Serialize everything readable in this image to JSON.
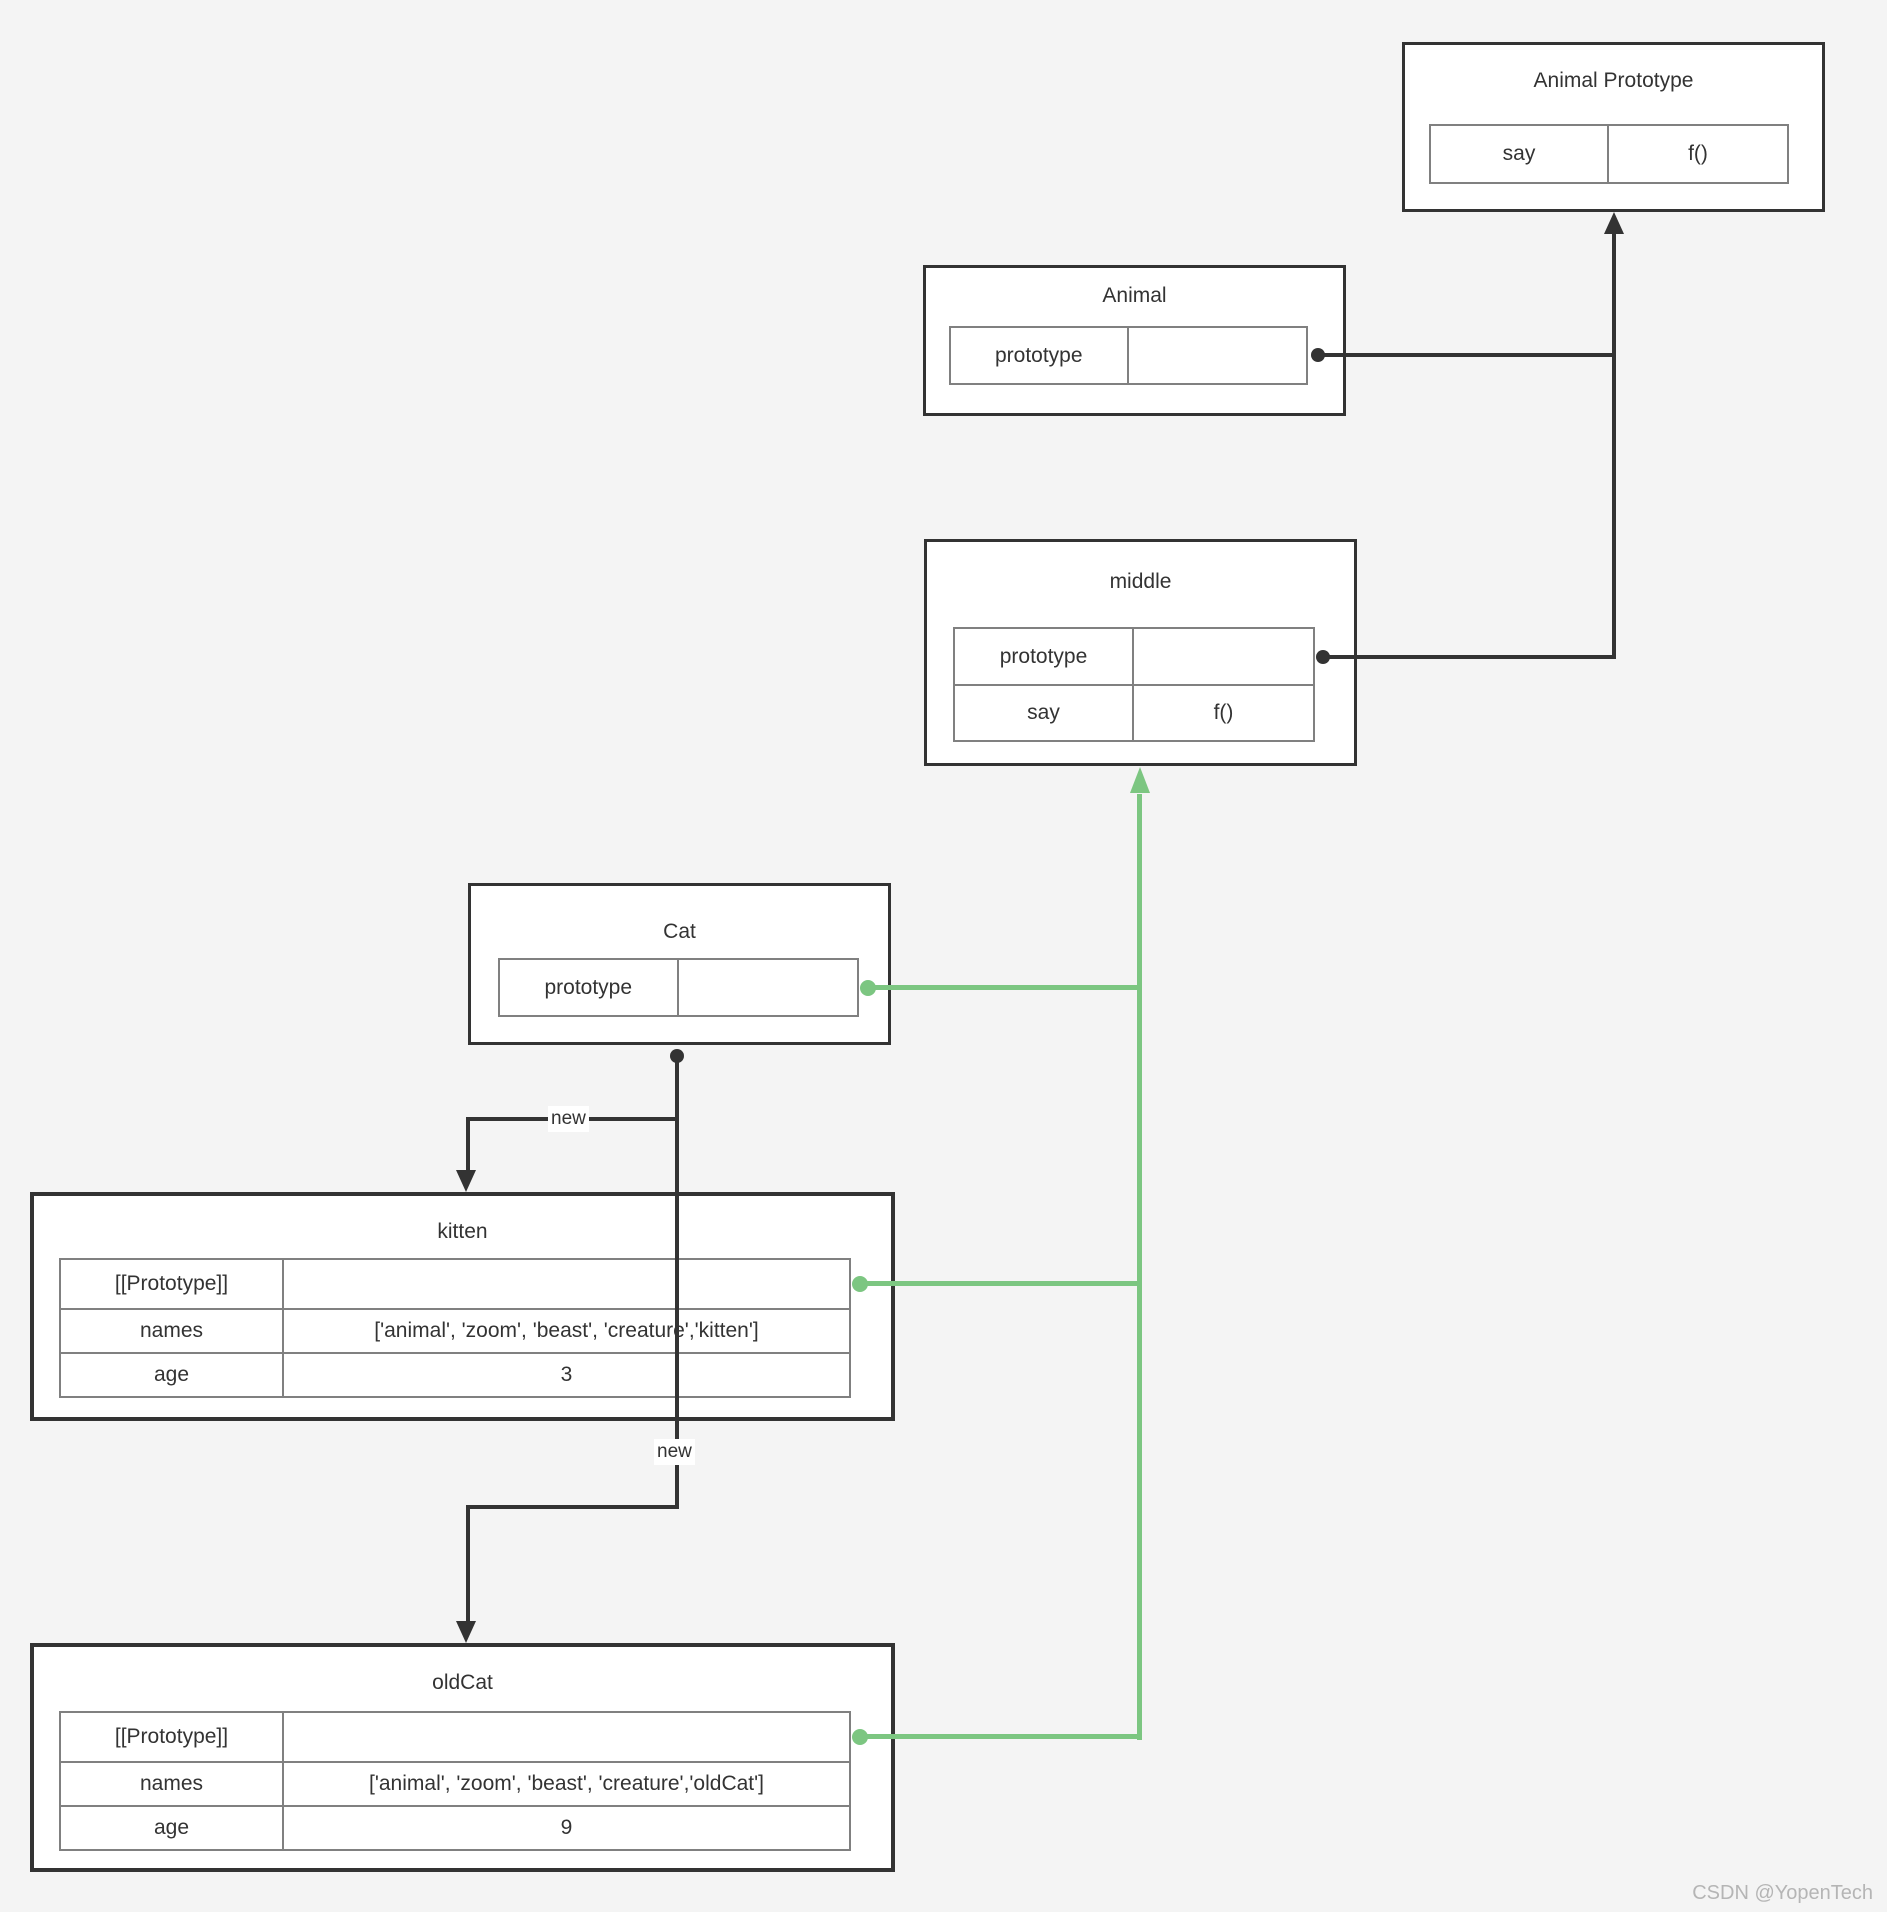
{
  "diagram_title": "JavaScript prototype chain diagram",
  "colors": {
    "background": "#f4f4f4",
    "box_fill": "#ffffff",
    "box_border": "#333333",
    "inner_table_border": "#808080",
    "black_connector": "#333333",
    "green_connector": "#7cc681",
    "text": "#333333",
    "watermark_text": "#b5b5b5",
    "edge_label_background": "#ffffff"
  },
  "boxes": {
    "animal_prototype": {
      "title": "Animal Prototype",
      "rows": [
        {
          "label": "say",
          "value": "f()"
        }
      ]
    },
    "animal": {
      "title": "Animal",
      "rows": [
        {
          "label": "prototype",
          "value": ""
        }
      ]
    },
    "middle": {
      "title": "middle",
      "rows": [
        {
          "label": "prototype",
          "value": ""
        },
        {
          "label": "say",
          "value": "f()"
        }
      ]
    },
    "cat": {
      "title": "Cat",
      "rows": [
        {
          "label": "prototype",
          "value": ""
        }
      ]
    },
    "kitten": {
      "title": "kitten",
      "rows": [
        {
          "label": "[[Prototype]]",
          "value": ""
        },
        {
          "label": "names",
          "value": "['animal', 'zoom', 'beast', 'creature','kitten']"
        },
        {
          "label": "age",
          "value": "3"
        }
      ]
    },
    "oldcat": {
      "title": "oldCat",
      "rows": [
        {
          "label": "[[Prototype]]",
          "value": ""
        },
        {
          "label": "names",
          "value": "['animal', 'zoom', 'beast', 'creature','oldCat']"
        },
        {
          "label": "age",
          "value": "9"
        }
      ]
    }
  },
  "connectors": {
    "new_label_1": "new",
    "new_label_2": "new"
  },
  "watermark": "CSDN @YopenTech"
}
